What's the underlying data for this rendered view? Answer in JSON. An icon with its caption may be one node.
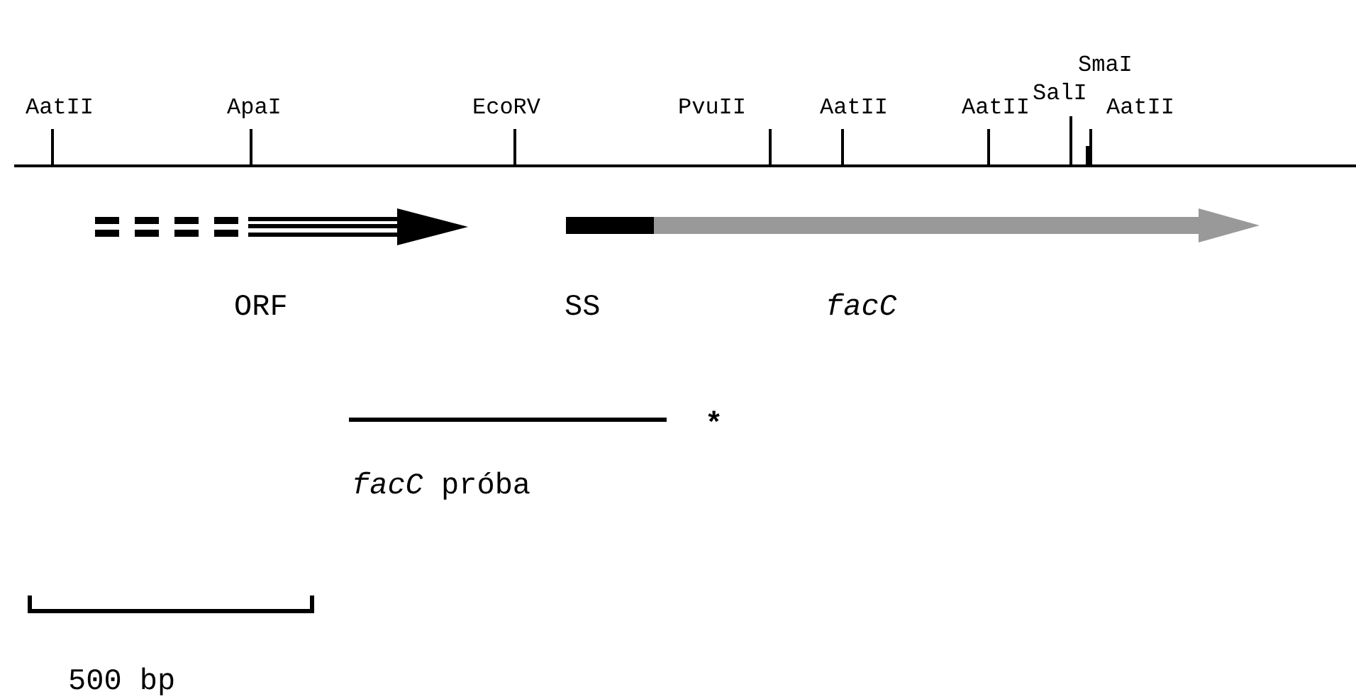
{
  "diagram": {
    "labels": [
      "AatII",
      "ApaI",
      "EcoRV",
      "PvuII",
      "AatII",
      "AatII",
      "SmaI",
      "SalI",
      "AatII",
      "ORF",
      "SS",
      "facC",
      "*facC* próba",
      "*",
      "500 bp"
    ]
  }
}
